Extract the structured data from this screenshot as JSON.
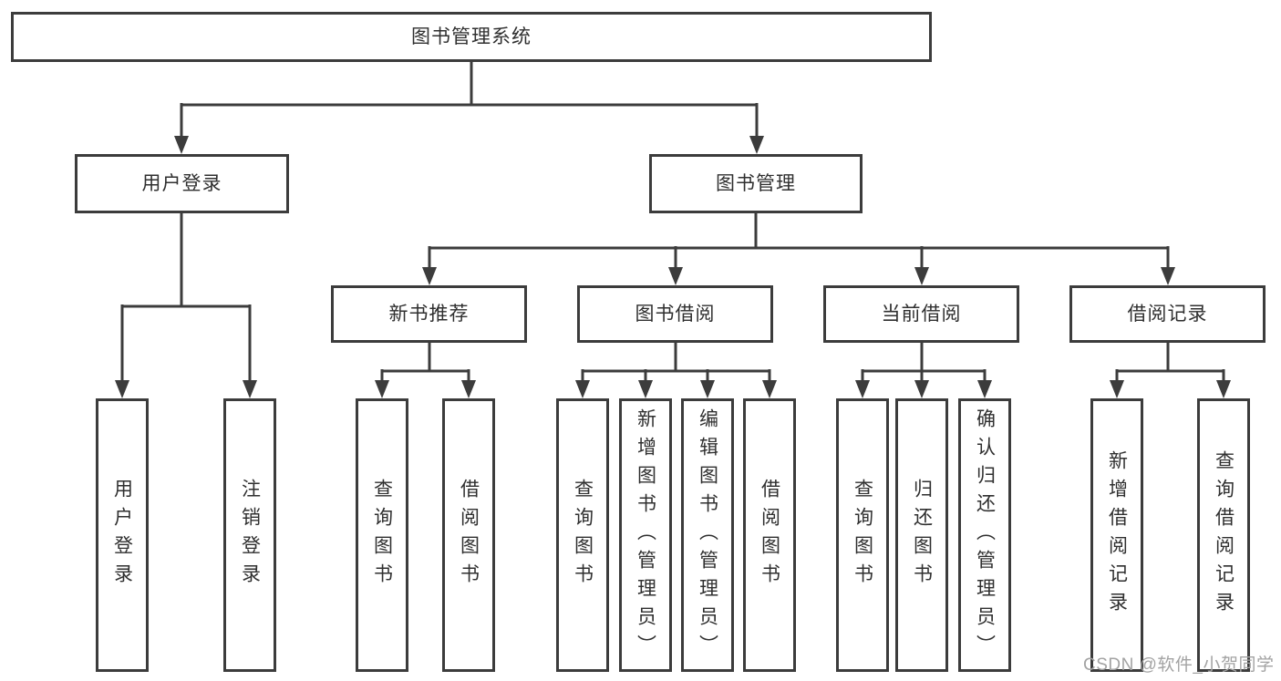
{
  "diagram_title": "图书管理系统",
  "tree": {
    "root": {
      "label": "图书管理系统",
      "children": [
        {
          "label": "用户登录",
          "children": [
            {
              "label": "用户登录"
            },
            {
              "label": "注销登录"
            }
          ]
        },
        {
          "label": "图书管理",
          "children": [
            {
              "label": "新书推荐",
              "children": [
                {
                  "label": "查询图书"
                },
                {
                  "label": "借阅图书"
                }
              ]
            },
            {
              "label": "图书借阅",
              "children": [
                {
                  "label": "查询图书"
                },
                {
                  "label": "新增图书（管理员）"
                },
                {
                  "label": "编辑图书（管理员）"
                },
                {
                  "label": "借阅图书"
                }
              ]
            },
            {
              "label": "当前借阅",
              "children": [
                {
                  "label": "查询图书"
                },
                {
                  "label": "归还图书"
                },
                {
                  "label": "确认归还（管理员）"
                }
              ]
            },
            {
              "label": "借阅记录",
              "children": [
                {
                  "label": "新增借阅记录"
                },
                {
                  "label": "查询借阅记录"
                }
              ]
            }
          ]
        }
      ]
    }
  },
  "watermark": {
    "text": "CSDN @软件_小贺同学"
  },
  "colors": {
    "line": "#3c3c3c",
    "box_border": "#3c3c3c",
    "box_fill": "#ffffff",
    "text": "#2f2f2f",
    "watermark": "#a3a3a3",
    "background": "#ffffff"
  }
}
